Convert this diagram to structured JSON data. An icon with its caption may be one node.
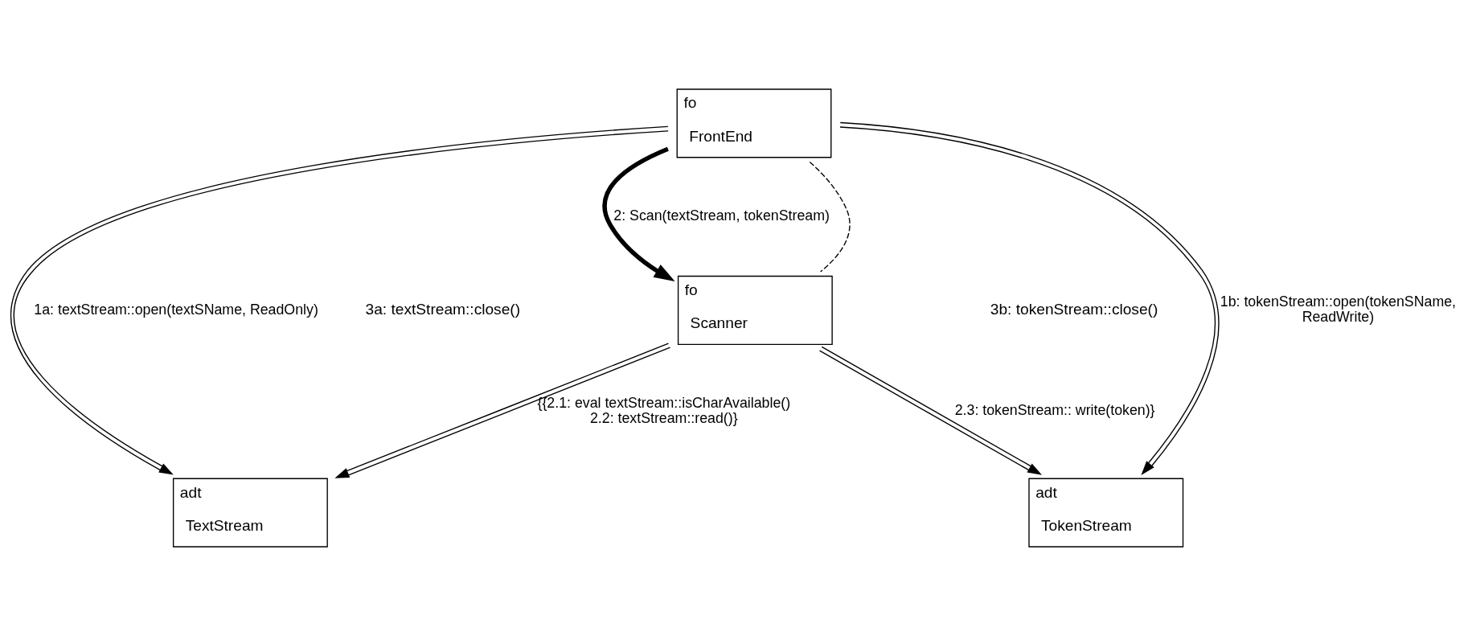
{
  "diagram": {
    "nodes": [
      {
        "text": [
          "fo",
          "FrontEnd"
        ]
      },
      {
        "text": [
          "fo",
          "Scanner"
        ]
      },
      {
        "text": [
          "adt",
          "TextStream"
        ]
      },
      {
        "text": [
          "adt",
          "TokenStream"
        ]
      }
    ],
    "edges": [
      {
        "from": 0,
        "to": 2,
        "arrow": "to",
        "label": "1a: textStream::open(textSName, ReadOnly)"
      },
      {
        "from": 0,
        "to": 1,
        "arrow": "to",
        "style": "thick",
        "label": "2: Scan(textStream, tokenStream)"
      },
      {
        "from": 0,
        "to": 1,
        "arrow": "none",
        "style": "dashed"
      },
      {
        "from": 0,
        "to": 3,
        "arrow": "to",
        "label": "1b: tokenStream::open(tokenSName, ReadWrite)"
      },
      {
        "from": 1,
        "to": 2,
        "arrow": "to",
        "label": "{{2.1: eval textStream::isCharAvailable() 2.2: textStream::read()}"
      },
      {
        "from": 1,
        "to": 3,
        "arrow": "to",
        "label": "2.3: tokenStream:: write(token)}"
      }
    ],
    "labels": [
      "3a: textStream::close()",
      "3b: tokenStream::close()"
    ]
  }
}
